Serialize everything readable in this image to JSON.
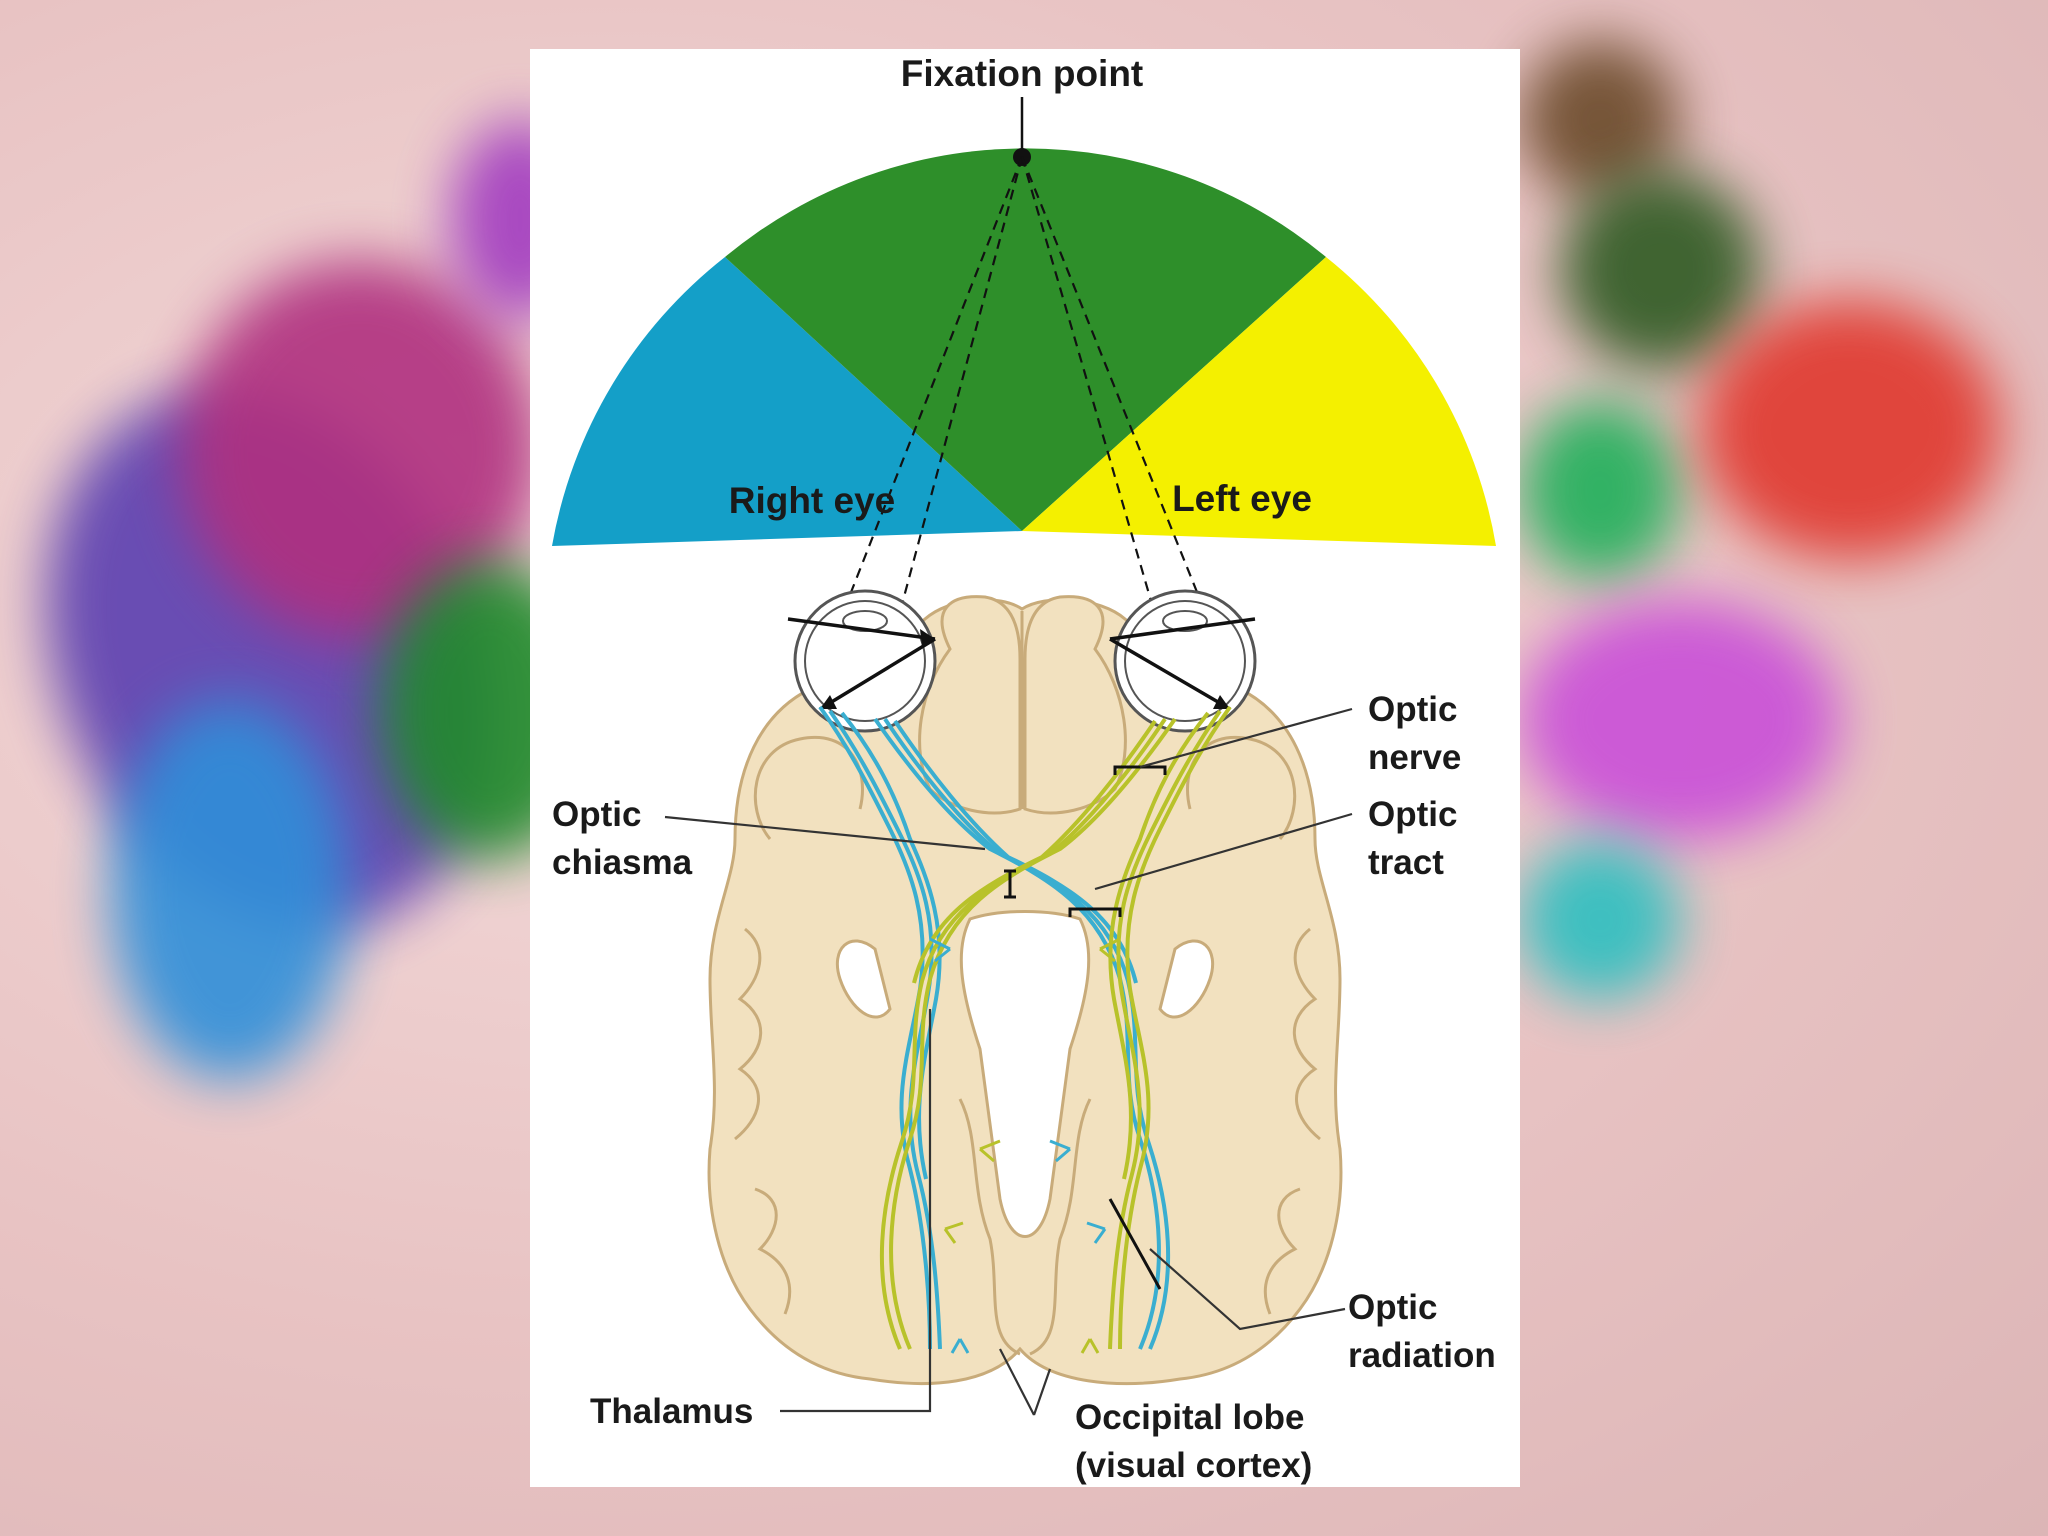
{
  "labels": {
    "fixation_point": "Fixation point",
    "right_eye": "Right eye",
    "left_eye": "Left eye",
    "optic_nerve_1": "Optic",
    "optic_nerve_2": "nerve",
    "optic_tract_1": "Optic",
    "optic_tract_2": "tract",
    "optic_chiasma_1": "Optic",
    "optic_chiasma_2": "chiasma",
    "optic_radiation_1": "Optic",
    "optic_radiation_2": "radiation",
    "thalamus": "Thalamus",
    "occipital_lobe_1": "Occipital lobe",
    "occipital_lobe_2": "(visual cortex)"
  },
  "colors": {
    "binocular_field": "#2e8f2a",
    "right_eye_field": "#149fc8",
    "left_eye_field": "#f4f000",
    "brain_tissue": "#f2e1bf",
    "right_fibers": "#3aaed0",
    "left_fibers": "#b8c22a"
  }
}
